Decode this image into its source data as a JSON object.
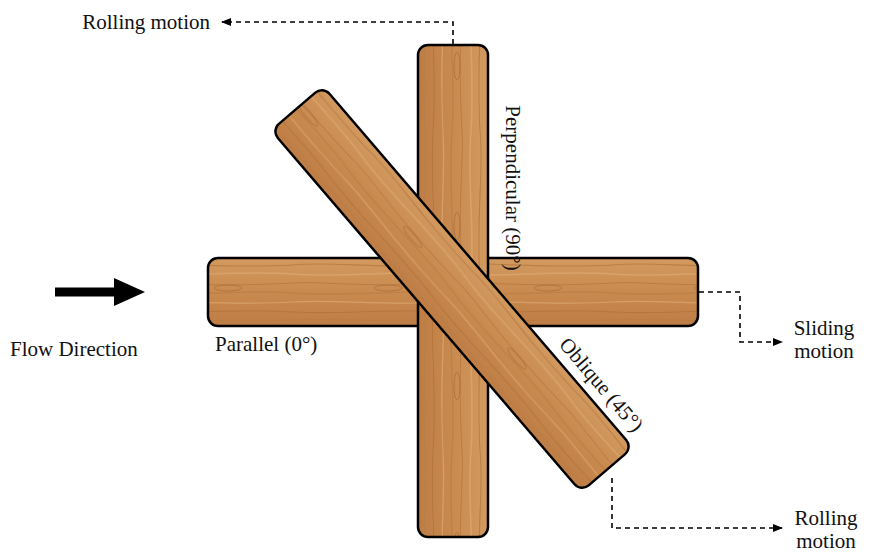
{
  "diagram": {
    "labels": [
      "Rolling motion",
      "Perpendicular (90°)",
      "Sliding motion",
      "Flow Direction",
      "Parallel (0°)",
      "Oblique (45°)",
      "Rolling motion"
    ]
  }
}
